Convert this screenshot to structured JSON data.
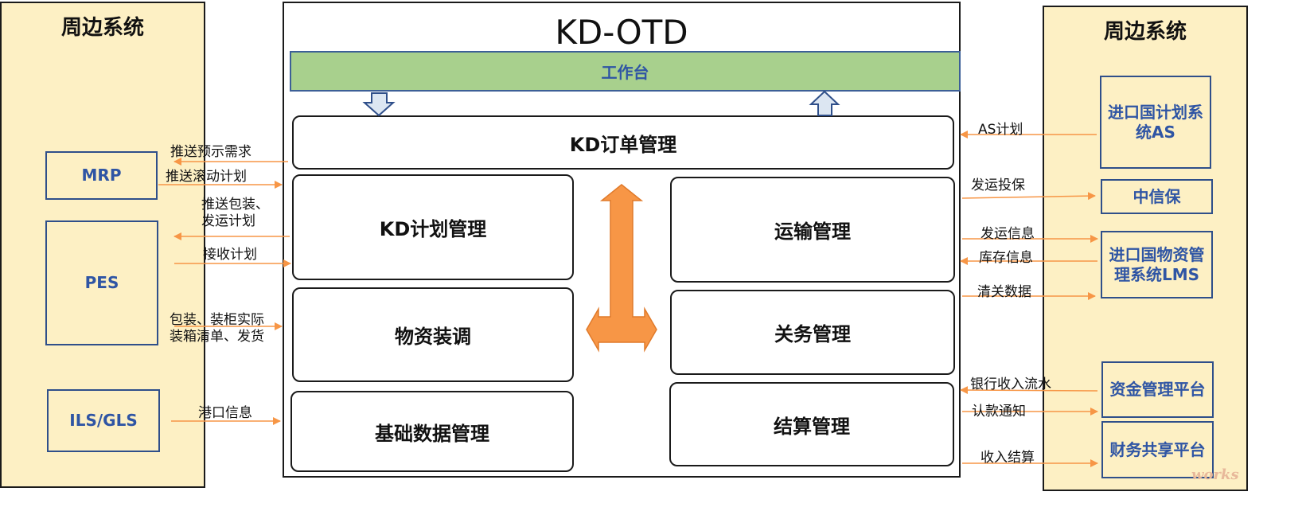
{
  "center": {
    "title": "KD-OTD",
    "workbench": "工作台",
    "modules": {
      "order": "KD订单管理",
      "plan": "KD计划管理",
      "material": "物资装调",
      "basedata": "基础数据管理",
      "transport": "运输管理",
      "customs": "关务管理",
      "settlement": "结算管理"
    }
  },
  "left_panel": {
    "title": "周边系统",
    "systems": {
      "mrp": "MRP",
      "pes": "PES",
      "ils": "ILS/GLS"
    }
  },
  "right_panel": {
    "title": "周边系统",
    "systems": {
      "as": "进口国计划系统AS",
      "citic": "中信保",
      "lms": "进口国物资管理系统LMS",
      "fund": "资金管理平台",
      "finance": "财务共享平台"
    }
  },
  "flows": {
    "push_forecast": "推送预示需求",
    "push_rolling": "推送滚动计划",
    "push_pack_1": "推送包装、",
    "push_pack_2": "发运计划",
    "receive_plan": "接收计划",
    "pack_actual_1": "包装、装柜实际",
    "pack_actual_2": "装箱清单、发货",
    "port_info": "港口信息",
    "as_plan": "AS计划",
    "ship_insure": "发运投保",
    "ship_info": "发运信息",
    "stock_info": "库存信息",
    "customs_data": "清关数据",
    "bank_flow": "银行收入流水",
    "payment_notice": "认款通知",
    "income_settle": "收入结算"
  },
  "colors": {
    "arrow_orange": "#f79646",
    "workbench_green": "#a8d08d",
    "panel_yellow": "#fdf0c4",
    "system_blue": "#2f55a4"
  },
  "watermark": "works"
}
